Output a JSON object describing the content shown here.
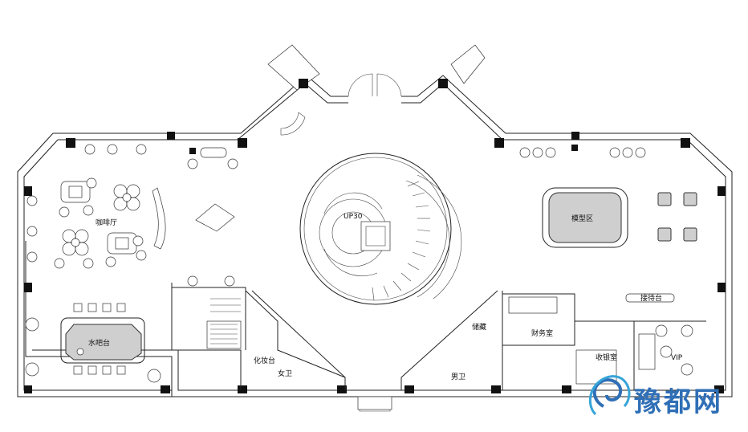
{
  "labels": {
    "cafe": "咖啡厅",
    "model_area": "模型区",
    "water_bar": "水吧台",
    "reception": "接待台",
    "finance": "财务室",
    "storage": "储藏",
    "changing": "化妆台",
    "womens": "女卫",
    "mens": "男卫",
    "contract": "收银室",
    "vip": "VIP",
    "stair_up": "UP30"
  },
  "watermark": {
    "text": "豫都网",
    "brand_color": "#2f6fb6"
  }
}
